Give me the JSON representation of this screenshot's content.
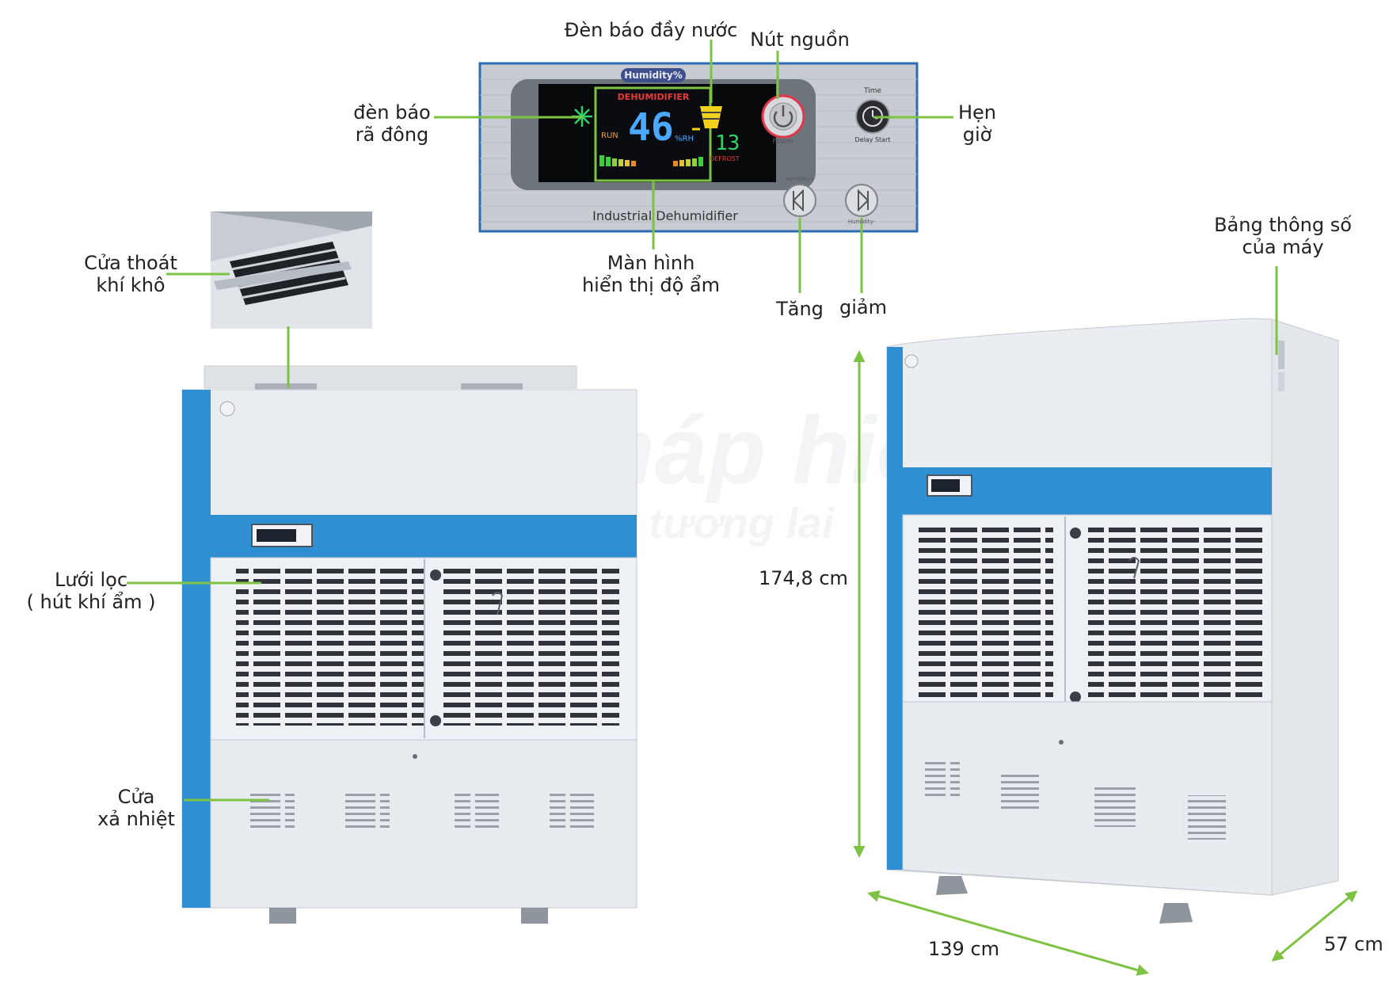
{
  "watermark": {
    "brand": "Giải pháp hiện đại",
    "slogan": "kiến tạo tương lai"
  },
  "panel": {
    "title": "Humidity%",
    "display_mode": "DEHUMIDIFIER",
    "humidity": "46",
    "unit": "%RH",
    "setting": "13",
    "run": "RUN",
    "defrost_text": "DEFROST",
    "power_caption": "Power",
    "time_caption": "Time",
    "delay_caption": "Delay Start",
    "up_caption": "Humidity+",
    "down_caption": "Humidity-",
    "bottom_text": "Industrial Dehumidifier"
  },
  "labels": {
    "full_water_light": "Đèn báo đầy nước",
    "power_button": "Nút nguồn",
    "defrost_light_1": "đèn báo",
    "defrost_light_2": "rã đông",
    "timer_1": "Hẹn",
    "timer_2": "giờ",
    "display_1": "Màn hình",
    "display_2": "hiển thị độ ẩm",
    "increase": "Tăng",
    "decrease": "giảm",
    "dry_air_outlet_1": "Cửa thoát",
    "dry_air_outlet_2": "khí khô",
    "spec_plate_1": "Bảng thông số",
    "spec_plate_2": "của máy",
    "filter_1": "Lưới lọc",
    "filter_2": "( hút khí ẩm )",
    "heat_outlet_1": "Cửa",
    "heat_outlet_2": "xả nhiệt"
  },
  "dimensions": {
    "height": "174,8 cm",
    "width": "139 cm",
    "depth": "57 cm"
  },
  "colors": {
    "accent_green": "#7dc242",
    "machine_blue": "#2f8fd1",
    "machine_body": "#e9ecf1"
  }
}
